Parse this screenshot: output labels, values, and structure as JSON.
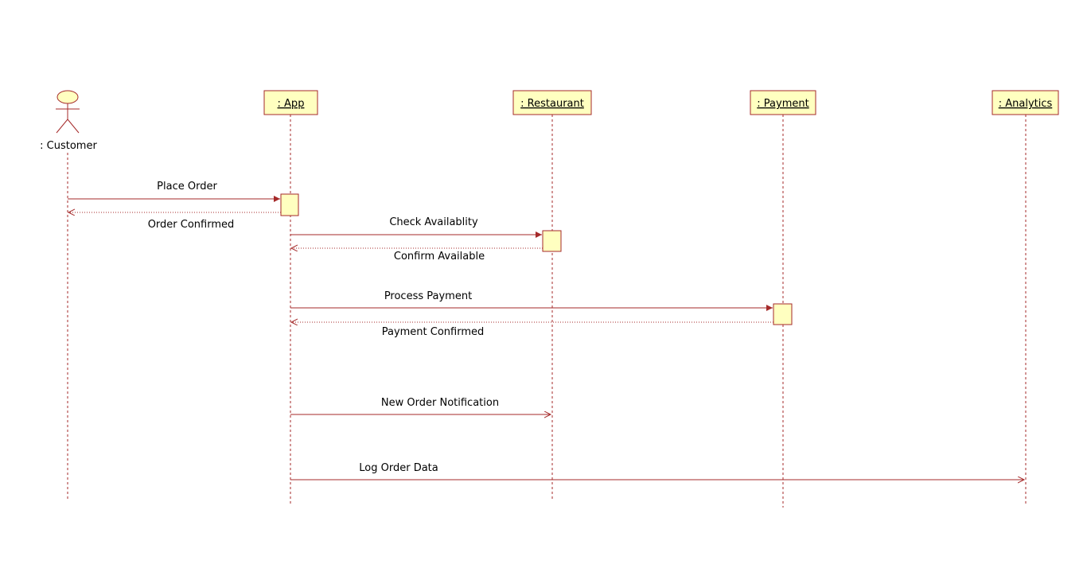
{
  "diagram": {
    "type": "uml-sequence",
    "colors": {
      "line": "#a52a2a",
      "fill": "#ffffc0",
      "text": "#000000",
      "background": "#ffffff"
    },
    "participants": [
      {
        "id": "customer",
        "label": ": Customer",
        "kind": "actor"
      },
      {
        "id": "app",
        "label": ": App",
        "kind": "object"
      },
      {
        "id": "restaurant",
        "label": ": Restaurant",
        "kind": "object"
      },
      {
        "id": "payment",
        "label": ": Payment",
        "kind": "object"
      },
      {
        "id": "analytics",
        "label": ": Analytics",
        "kind": "object"
      }
    ],
    "messages": [
      {
        "from": "customer",
        "to": "app",
        "label": "Place Order",
        "kind": "sync"
      },
      {
        "from": "app",
        "to": "customer",
        "label": "Order Confirmed",
        "kind": "return"
      },
      {
        "from": "app",
        "to": "restaurant",
        "label": "Check Availablity",
        "kind": "sync"
      },
      {
        "from": "restaurant",
        "to": "app",
        "label": "Confirm Available",
        "kind": "return"
      },
      {
        "from": "app",
        "to": "payment",
        "label": "Process Payment",
        "kind": "sync"
      },
      {
        "from": "payment",
        "to": "app",
        "label": "Payment Confirmed",
        "kind": "return"
      },
      {
        "from": "app",
        "to": "restaurant",
        "label": "New Order Notification",
        "kind": "async"
      },
      {
        "from": "app",
        "to": "analytics",
        "label": "Log Order Data",
        "kind": "async"
      }
    ]
  }
}
